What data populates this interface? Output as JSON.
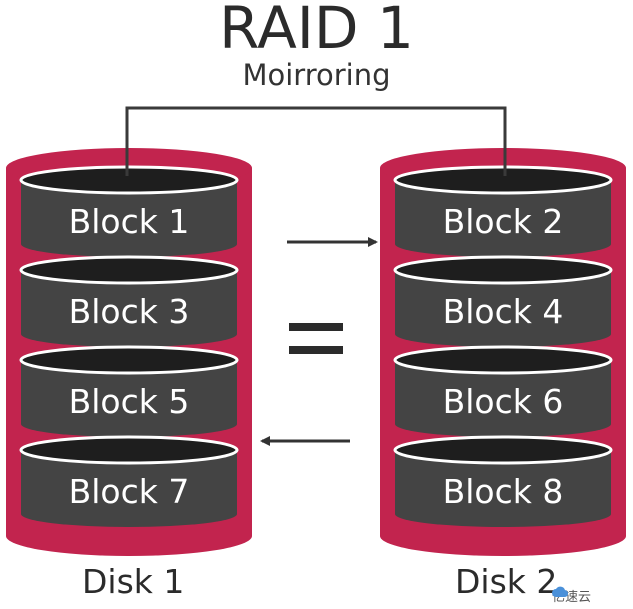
{
  "title": "RAID 1",
  "subtitle": "Moirroring",
  "disks": [
    {
      "label": "Disk 1",
      "blocks": [
        "Block 1",
        "Block 3",
        "Block 5",
        "Block 7"
      ]
    },
    {
      "label": "Disk 2",
      "blocks": [
        "Block 2",
        "Block 4",
        "Block 6",
        "Block 8"
      ]
    }
  ],
  "equals_symbol": "=",
  "watermark": "亿速云",
  "colors": {
    "disk_outer": "#c2244e",
    "block": "#444444",
    "block_top": "#1e1e1e",
    "text": "#2b2b2b"
  }
}
